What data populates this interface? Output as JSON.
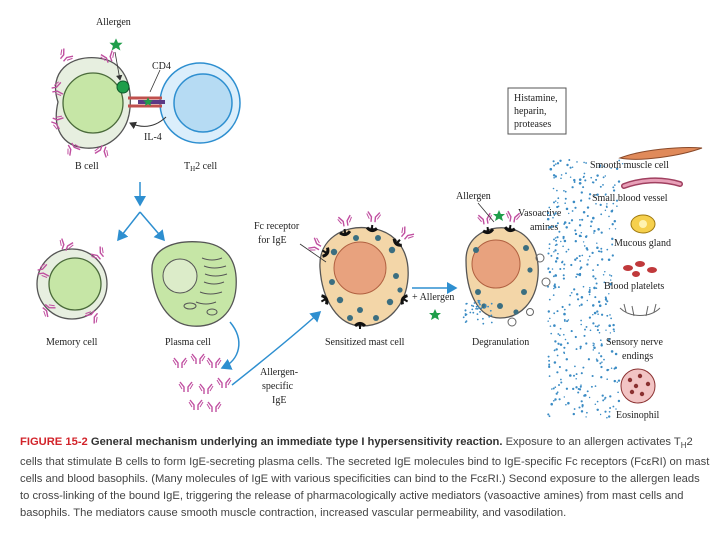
{
  "labels": {
    "allergen_top": "Allergen",
    "cd4": "CD4",
    "il4": "IL-4",
    "b_cell": "B cell",
    "th2_cell_pre": "T",
    "th2_cell_sub": "H",
    "th2_cell_post": "2 cell",
    "memory_cell": "Memory cell",
    "plasma_cell": "Plasma cell",
    "allergen_ige_1": "Allergen-",
    "allergen_ige_2": "specific",
    "allergen_ige_3": "IgE",
    "fc_receptor_1": "Fc receptor",
    "fc_receptor_2": "for IgE",
    "sensitized_mast_cell": "Sensitized mast cell",
    "plus_allergen": "+ Allergen",
    "allergen_mid": "Allergen",
    "vasoactive_1": "Vasoactive",
    "vasoactive_2": "amines",
    "degranulation": "Degranulation",
    "mediators_1": "Histamine,",
    "mediators_2": "heparin,",
    "mediators_3": "proteases",
    "smooth_muscle": "Smooth muscle cell",
    "blood_vessel": "Small blood vessel",
    "mucous_gland": "Mucous gland",
    "platelets": "Blood platelets",
    "nerve_1": "Sensory nerve",
    "nerve_2": "endings",
    "eosinophil": "Eosinophil"
  },
  "caption": {
    "label": "FIGURE 15-2",
    "title": "General mechanism underlying an immediate type I hypersensitivity reaction.",
    "text_1": "Exposure to an allergen activates",
    "th_pre": "T",
    "th_sub": "H",
    "text_2": "2 cells that stimulate B cells to form IgE-secreting plasma cells. The secreted IgE molecules bind to IgE-specific Fc receptors (FcεRI) on mast cells and blood basophils. (Many molecules of IgE with various specificities can bind to the FcεRI.) Second exposure to the allergen leads to cross-linking of the bound IgE, triggering the release of pharmacologically active mediators (vasoactive amines) from mast cells and basophils. The mediators cause smooth muscle contraction, increased vascular permeability, and vasodilation."
  },
  "colors": {
    "b_cell_fill": "#c6e6a6",
    "b_cell_ring": "#e7efe0",
    "th2_fill": "#b6dbf3",
    "mast_fill": "#f3d6a8",
    "nucleus": "#e8a27e",
    "granule": "#3b6e80",
    "arrow": "#2e8fd0",
    "caption_label": "#d2232a"
  }
}
